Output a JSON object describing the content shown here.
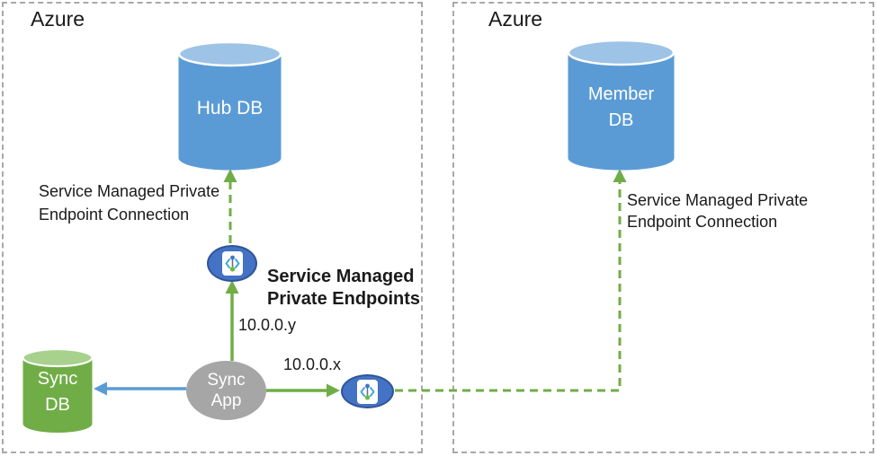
{
  "diagram": {
    "left_region": {
      "title": "Azure"
    },
    "right_region": {
      "title": "Azure"
    },
    "nodes": {
      "hub_db": {
        "label": "Hub DB"
      },
      "member_db": {
        "line1": "Member",
        "line2": "DB"
      },
      "sync_db": {
        "line1": "Sync",
        "line2": "DB"
      },
      "sync_app": {
        "line1": "Sync",
        "line2": "App"
      }
    },
    "labels": {
      "left_connection_line1": "Service Managed Private",
      "left_connection_line2": "Endpoint Connection",
      "right_connection_line1": "Service Managed Private",
      "right_connection_line2": "Endpoint Connection",
      "endpoints_title_line1": "Service Managed",
      "endpoints_title_line2": "Private Endpoints",
      "ip_hub": "10.0.0.y",
      "ip_member": "10.0.0.x"
    },
    "colors": {
      "region_border": "#a9a9a9",
      "db_blue": "#5b9bd5",
      "db_blue_top": "#9dc3e6",
      "db_green": "#70ad47",
      "db_green_top": "#a9d18e",
      "app_gray": "#a6a6a6",
      "endpoint_fill": "#4472c4",
      "endpoint_border": "#2f5597",
      "arrow_green": "#70ad47",
      "arrow_blue": "#5b9bd5",
      "icon_bracket_blue": "#3fa9dc",
      "icon_dot_green": "#6dbb45"
    }
  }
}
